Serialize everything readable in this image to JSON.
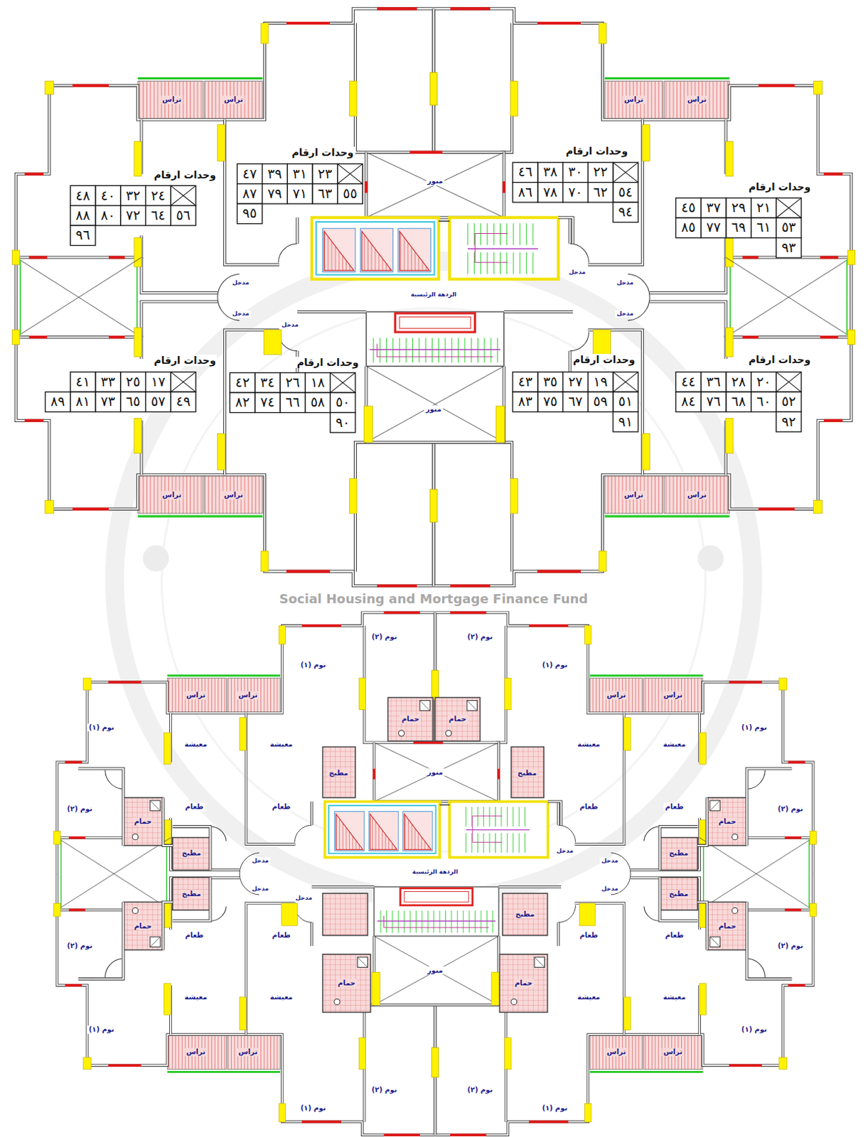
{
  "diagram": {
    "labels": [
      "وحدات ارقام",
      "٢٤",
      "٣٢",
      "٤٠",
      "٤٨",
      "٥٦",
      "٦٤",
      "٧٢",
      "٨٠",
      "٨٨",
      "٩٦",
      "وحدات ارقام",
      "٢٣",
      "٣١",
      "٣٩",
      "٤٧",
      "٥٥",
      "٦٣",
      "٧١",
      "٧٩",
      "٨٧",
      "٩٥",
      "وحدات ارقام",
      "٢٢",
      "٣٠",
      "٣٨",
      "٤٦",
      "٥٤",
      "٦٢",
      "٧٠",
      "٧٨",
      "٨٦",
      "٩٤",
      "وحدات ارقام",
      "٢١",
      "٢٩",
      "٣٧",
      "٤٥",
      "٥٣",
      "٦١",
      "٦٩",
      "٧٧",
      "٨٥",
      "٩٣",
      "وحدات ارقام",
      "١٧",
      "٢٥",
      "٣٣",
      "٤١",
      "٤٩",
      "٥٧",
      "٦٥",
      "٧٣",
      "٨١",
      "٨٩",
      "وحدات ارقام",
      "١٨",
      "٢٦",
      "٣٤",
      "٤٢",
      "٥٠",
      "٥٨",
      "٦٦",
      "٧٤",
      "٨٢",
      "٩٠",
      "وحدات ارقام",
      "١٩",
      "٢٧",
      "٣٥",
      "٤٣",
      "٥١",
      "٥٩",
      "٦٧",
      "٧٥",
      "٨٣",
      "٩١",
      "وحدات ارقام",
      "٢٠",
      "٢٨",
      "٣٦",
      "٤٤",
      "٥٢",
      "٦٠",
      "٦٨",
      "٧٦",
      "٨٤",
      "٩٢",
      "تراس",
      "تراس",
      "تراس",
      "تراس",
      "تراس",
      "تراس",
      "تراس",
      "تراس",
      "منور",
      "منور",
      "مدخل",
      "مدخل",
      "مدخل",
      "مدخل",
      "مدخل",
      "مدخل",
      "الردهة الرئيسية",
      "نوم (٢)",
      "نوم (٢)",
      "نوم (١)",
      "نوم (١)",
      "تراس",
      "تراس",
      "تراس",
      "تراس",
      "نوم (١)",
      "نوم (١)",
      "معيشة",
      "معيشة",
      "معيشة",
      "معيشة",
      "حمام",
      "حمام",
      "منور",
      "مطبخ",
      "مطبخ",
      "نوم (٢)",
      "نوم (٢)",
      "طعام",
      "طعام",
      "طعام",
      "طعام",
      "حمام",
      "حمام",
      "مطبخ",
      "مطبخ",
      "مدخل",
      "مدخل",
      "مدخل",
      "مدخل",
      "مدخل",
      "مدخل",
      "الردهة الرئيسية",
      "مطبخ",
      "مطبخ",
      "حمام",
      "حمام",
      "طعام",
      "طعام",
      "طعام",
      "طعام",
      "نوم (٢)",
      "نوم (٢)",
      "مطبخ",
      "حمام",
      "حمام",
      "منور",
      "معيشة",
      "معيشة",
      "معيشة",
      "معيشة",
      "نوم (١)",
      "نوم (١)",
      "تراس",
      "تراس",
      "تراس",
      "تراس",
      "نوم (٢)",
      "نوم (٢)",
      "نوم (١)",
      "نوم (١)",
      "Social Housing and Mortgage Finance Fund"
    ]
  }
}
